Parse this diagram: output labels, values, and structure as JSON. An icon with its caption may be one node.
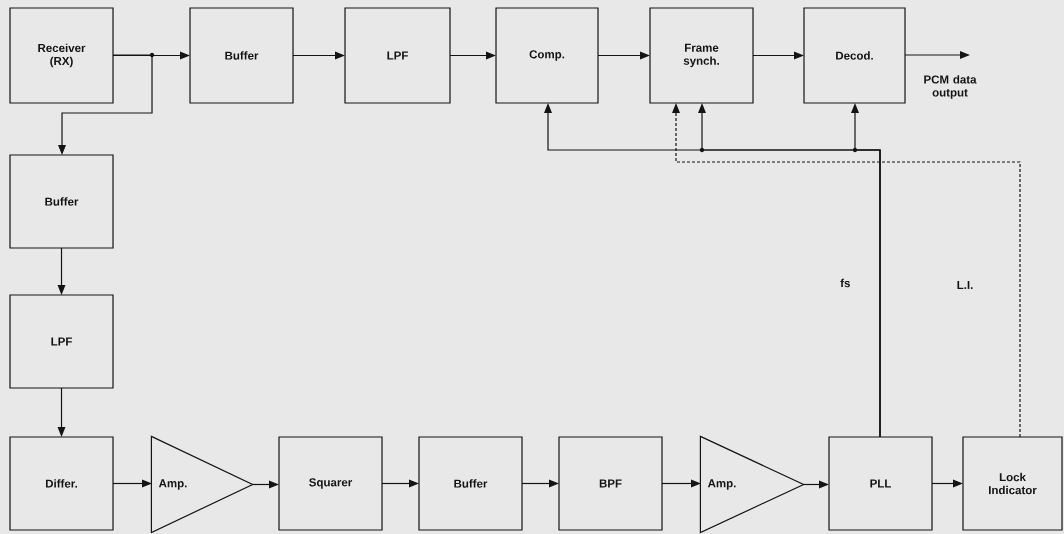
{
  "diagram": {
    "nodes": [
      {
        "text": [
          "Receiver (RX)"
        ]
      },
      {
        "text": [
          "Buffer"
        ]
      },
      {
        "text": [
          "LPF"
        ]
      },
      {
        "text": [
          "Comp."
        ]
      },
      {
        "text": [
          "Frame synch."
        ]
      },
      {
        "text": [
          "Decod."
        ]
      },
      {
        "text": [
          "Buffer"
        ]
      },
      {
        "text": [
          "LPF"
        ]
      },
      {
        "text": [
          "Differ."
        ]
      },
      {
        "text": [
          "Amp."
        ]
      },
      {
        "text": [
          "Squarer"
        ]
      },
      {
        "text": [
          "Buffer"
        ]
      },
      {
        "text": [
          "BPF"
        ]
      },
      {
        "text": [
          "Amp."
        ]
      },
      {
        "text": [
          "PLL"
        ]
      },
      {
        "text": [
          "Lock Indicator"
        ]
      },
      {
        "text": [
          "PCM data output"
        ]
      }
    ],
    "edges": [
      {
        "from": 0,
        "to": 1,
        "arrow": "to"
      },
      {
        "from": 0,
        "to": 6,
        "arrow": "to"
      },
      {
        "from": 1,
        "to": 2,
        "arrow": "to"
      },
      {
        "from": 2,
        "to": 3,
        "arrow": "to"
      },
      {
        "from": 3,
        "to": 4,
        "arrow": "to"
      },
      {
        "from": 4,
        "to": 5,
        "arrow": "to"
      },
      {
        "from": 5,
        "to": 16,
        "arrow": "to"
      },
      {
        "from": 6,
        "to": 7,
        "arrow": "to"
      },
      {
        "from": 7,
        "to": 8,
        "arrow": "to"
      },
      {
        "from": 8,
        "to": 9,
        "arrow": "to"
      },
      {
        "from": 9,
        "to": 10,
        "arrow": "to"
      },
      {
        "from": 10,
        "to": 11,
        "arrow": "to"
      },
      {
        "from": 11,
        "to": 12,
        "arrow": "to"
      },
      {
        "from": 12,
        "to": 13,
        "arrow": "to"
      },
      {
        "from": 13,
        "to": 14,
        "arrow": "to"
      },
      {
        "from": 14,
        "to": 15,
        "arrow": "to"
      },
      {
        "from": 14,
        "to": 3,
        "arrow": "to",
        "label": "fs"
      },
      {
        "from": 14,
        "to": 4,
        "arrow": "to"
      },
      {
        "from": 14,
        "to": 5,
        "arrow": "to"
      },
      {
        "from": 15,
        "to": 4,
        "arrow": "to",
        "label": "L.I.",
        "style": "dashed"
      }
    ]
  }
}
